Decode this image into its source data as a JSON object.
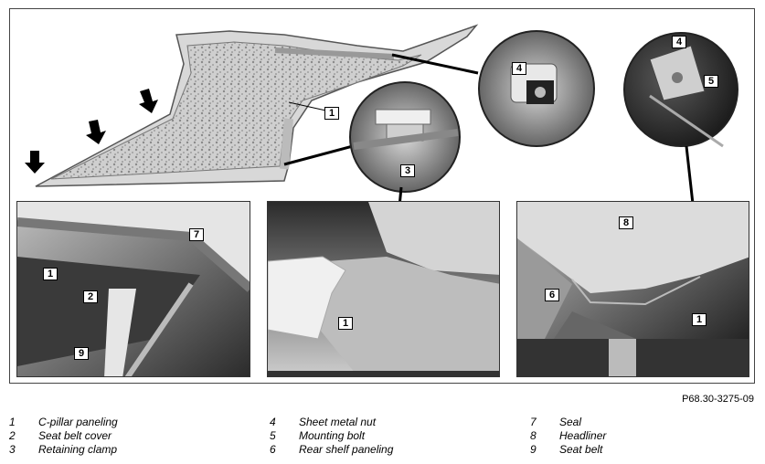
{
  "figure_id": "P68.30-3275-09",
  "callouts": {
    "top_panel_1": "1",
    "detail_nut_4": "4",
    "detail_clamp_3": "3",
    "detail_bolt_4": "4",
    "detail_bolt_5": "5",
    "photo_left_7": "7",
    "photo_left_1": "1",
    "photo_left_2": "2",
    "photo_left_9": "9",
    "photo_mid_1": "1",
    "photo_right_8": "8",
    "photo_right_6": "6",
    "photo_right_1": "1"
  },
  "legend": [
    {
      "num": "1",
      "text": "C-pillar paneling"
    },
    {
      "num": "2",
      "text": "Seat belt cover"
    },
    {
      "num": "3",
      "text": "Retaining clamp"
    },
    {
      "num": "4",
      "text": "Sheet metal nut"
    },
    {
      "num": "5",
      "text": "Mounting bolt"
    },
    {
      "num": "6",
      "text": "Rear shelf paneling"
    },
    {
      "num": "7",
      "text": "Seal"
    },
    {
      "num": "8",
      "text": "Headliner"
    },
    {
      "num": "9",
      "text": "Seat belt"
    }
  ]
}
